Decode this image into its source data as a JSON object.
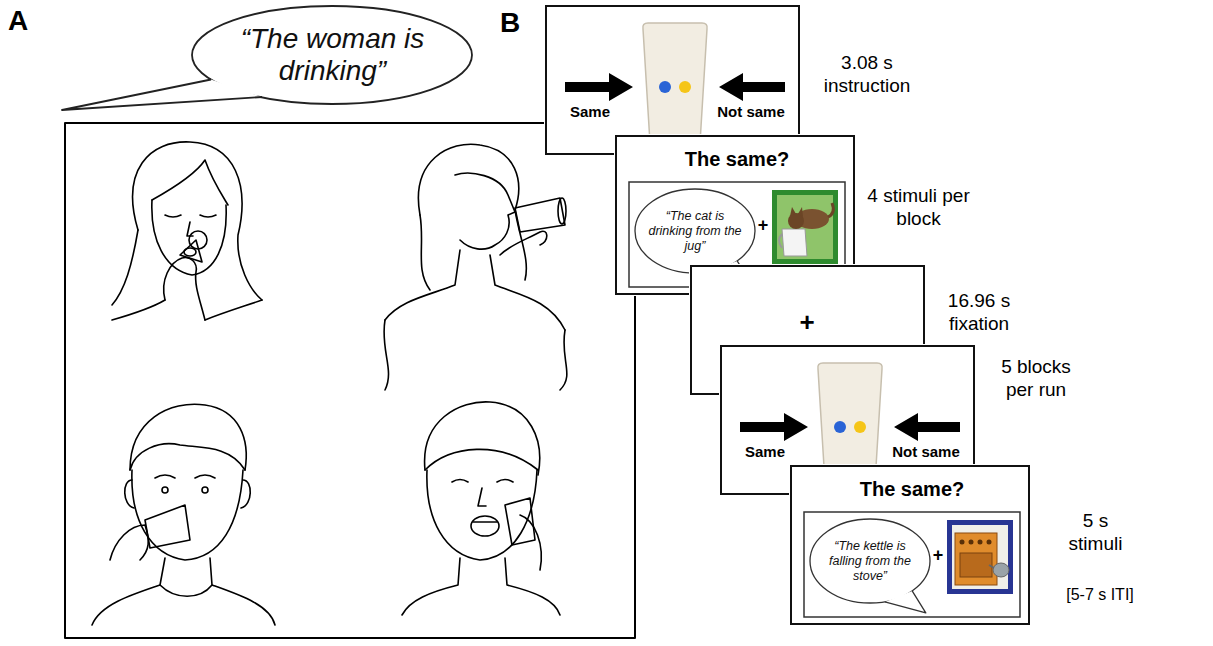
{
  "diagram": {
    "nodes": [
      {
        "text": [
          "“The woman is drinking”"
        ]
      },
      {
        "text": [
          "Same",
          "Not same"
        ]
      },
      {
        "text": [
          "The same?",
          "+"
        ]
      },
      {
        "text": [
          "“The cat is drinking from the jug”"
        ],
        "in": 2
      },
      {
        "text": [
          "+"
        ]
      },
      {
        "text": [
          "Same",
          "Not same"
        ]
      },
      {
        "text": [
          "The same?",
          "+"
        ]
      },
      {
        "text": [
          "“The kettle is falling from the stove”"
        ],
        "in": 6
      }
    ],
    "labels": [
      "A",
      "B",
      "3.08 s instruction",
      "4 stimuli per block",
      "16.96 s fixation",
      "5 blocks per run",
      "5 s stimuli",
      "[5-7 s ITI]"
    ]
  }
}
